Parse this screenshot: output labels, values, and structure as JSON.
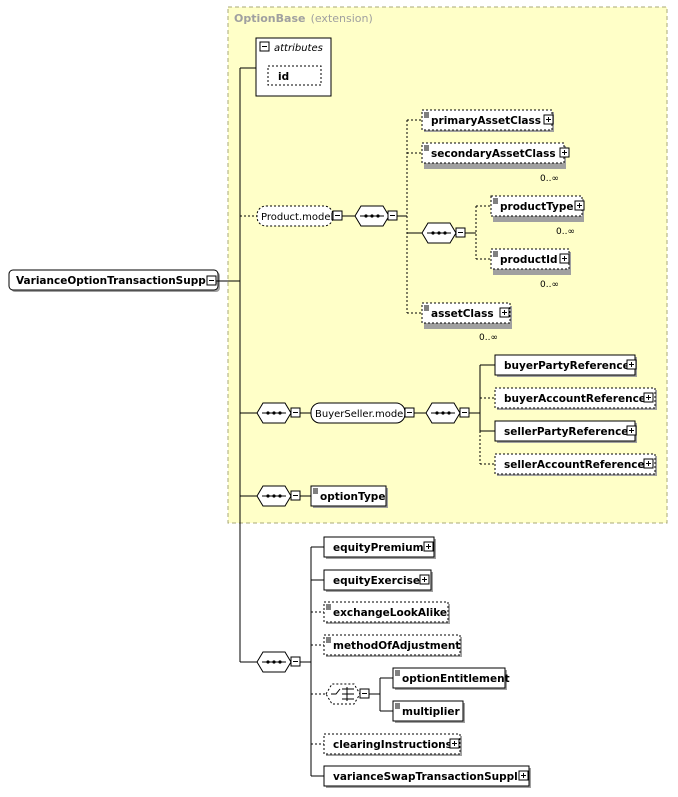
{
  "root": {
    "label": "VarianceOptionTransactionSupp..."
  },
  "option_base": {
    "title": "OptionBase",
    "subtitle": "(extension)"
  },
  "attributes": {
    "title": "attributes",
    "items": [
      "id"
    ]
  },
  "product_model": {
    "label": "Product.model"
  },
  "product_children": [
    {
      "label": "primaryAssetClass",
      "occurrence": ""
    },
    {
      "label": "secondaryAssetClass",
      "occurrence": "0..∞"
    },
    {
      "label": "productType",
      "occurrence": "0..∞"
    },
    {
      "label": "productId",
      "occurrence": "0..∞"
    },
    {
      "label": "assetClass",
      "occurrence": "0..∞"
    }
  ],
  "buyer_seller_model": {
    "label": "BuyerSeller.model"
  },
  "buyer_seller_children": [
    {
      "label": "buyerPartyReference"
    },
    {
      "label": "buyerAccountReference"
    },
    {
      "label": "sellerPartyReference"
    },
    {
      "label": "sellerAccountReference"
    }
  ],
  "option_type": {
    "label": "optionType"
  },
  "extension_children": [
    {
      "label": "equityPremium"
    },
    {
      "label": "equityExercise"
    },
    {
      "label": "exchangeLookAlike"
    },
    {
      "label": "methodOfAdjustment"
    },
    {
      "label": "optionEntitlement"
    },
    {
      "label": "multiplier"
    },
    {
      "label": "clearingInstructions"
    },
    {
      "label": "varianceSwapTransactionSuppl..."
    }
  ],
  "colors": {
    "group_fill": "#ffffc8",
    "group_border": "#a8a878",
    "box_fill": "#ffffff",
    "shadow": "#a0a0a0",
    "line": "#000000"
  }
}
